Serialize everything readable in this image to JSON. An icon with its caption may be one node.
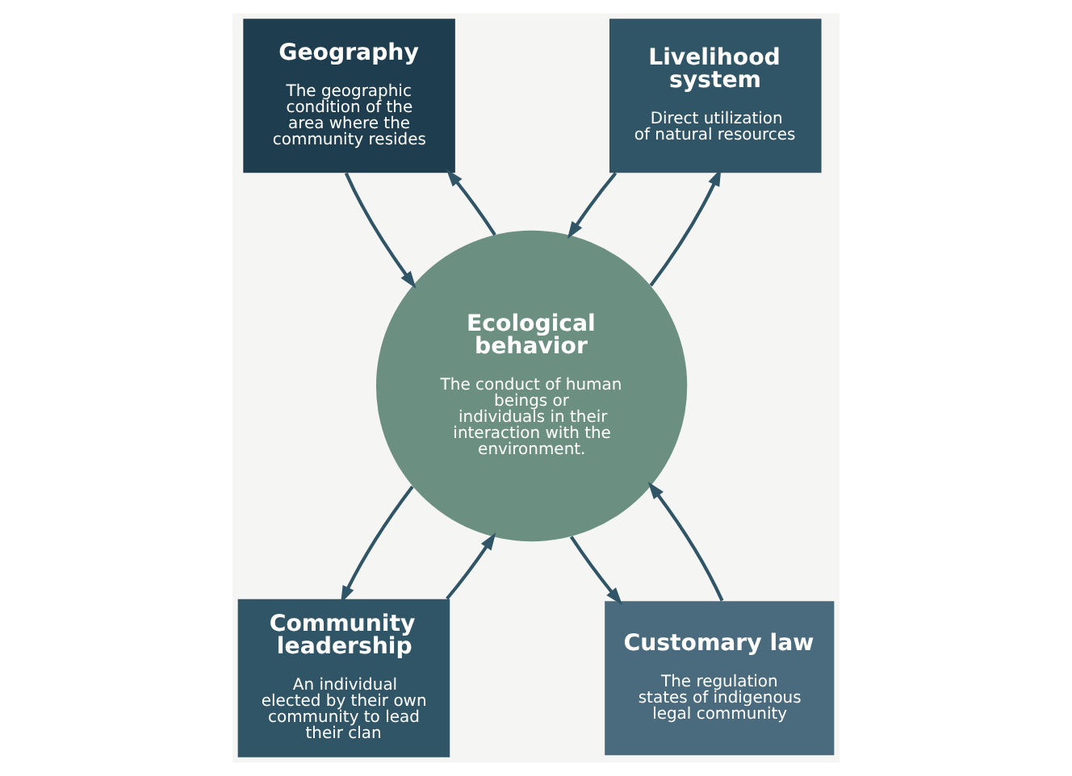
{
  "diagram": {
    "nodes": [
      {
        "text": [
          "Geography",
          "The geographic condition of the area where the community resides"
        ]
      },
      {
        "text": [
          "Livelihood system",
          "Direct utilization of natural resources"
        ]
      },
      {
        "text": [
          "Ecological behavior",
          "The conduct of human beings or individuals in their interaction with the environment."
        ]
      },
      {
        "text": [
          "Community leadership",
          "An individual elected by their own community to lead their clan"
        ]
      },
      {
        "text": [
          "Customary law",
          "The regulation states of indigenous legal community"
        ]
      }
    ],
    "edges": [
      {
        "from": 0,
        "to": 2,
        "arrow": "to"
      },
      {
        "from": 1,
        "to": 2,
        "arrow": "to"
      },
      {
        "from": 2,
        "to": 0,
        "arrow": "to"
      },
      {
        "from": 2,
        "to": 1,
        "arrow": "to"
      },
      {
        "from": 2,
        "to": 3,
        "arrow": "to"
      },
      {
        "from": 2,
        "to": 4,
        "arrow": "to"
      },
      {
        "from": 3,
        "to": 2,
        "arrow": "to"
      },
      {
        "from": 4,
        "to": 2,
        "arrow": "to"
      }
    ]
  }
}
